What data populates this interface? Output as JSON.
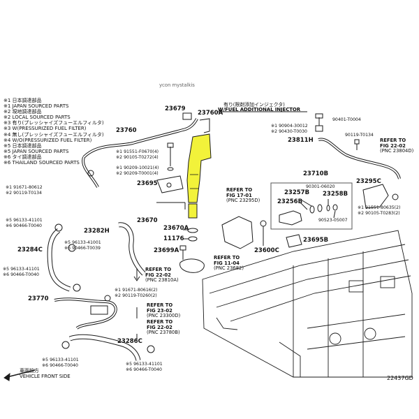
{
  "header": {
    "top_fragment": "ycon mystalkis",
    "injector_title_jp": "有り(限剤添加インジェクタ)",
    "injector_title_en": "W/FUEL ADDITIONAL INJECTOR"
  },
  "legend": [
    "※1 日本調達部品",
    "※1 JAPAN SOURCED PARTS",
    "※2 現地調達部品",
    "※2 LOCAL SOURCED PARTS",
    "※3 有り(プレッシャイズフューエルフィルタ)",
    "※3 W(PRESSURIZED FUEL FILTER)",
    "※4 無し(プレッシャイズフューエルフィルタ)",
    "※4 W/O(PRESSURIZED FUEL FILTER)",
    "※5 日本調達部品",
    "※5 JAPAN SOURCED PARTS",
    "※6 タイ調達部品",
    "※6 THAILAND SOURCED PARTS"
  ],
  "labels": {
    "p23679": "23679",
    "p23760a": "23760A",
    "p23760": "23760",
    "p23695": "23695",
    "p23670": "23670",
    "p23670a": "23670A",
    "p11176": "11176",
    "p23699a": "23699A",
    "p23282h": "23282H",
    "p23284c": "23284C",
    "p23770": "23770",
    "p23286c": "23286C",
    "p23811h": "23811H",
    "p23710b": "23710B",
    "p23257b": "23257B",
    "p23258b": "23258B",
    "p23256b": "23256B",
    "p23295c": "23295C",
    "p23600c": "23600C",
    "p23695b": "23695B",
    "fig_code": "22437GD"
  },
  "notes": {
    "n_91551_f0670": "※1 91551-F0670(4)",
    "n_90105_t0272": "※2 90105-T0272(4)",
    "n_90209_10021": "※1 90209-10021(4)",
    "n_90209_t0001": "※2 90209-T0001(4)",
    "n_91671_80612": "※1 91671-80612",
    "n_90119_t0134a": "※2 90119-T0134",
    "n_96133_41101a": "※5 96133-41101",
    "n_90466_t0040a": "※6 90466-T0040",
    "n_96133_41001": "※5 96133-41001",
    "n_90466_t0039": "※6 90466-T0039",
    "n_96133_41101b": "※5 96133-41101",
    "n_90466_t0040b": "※6 90466-T0040",
    "n_91671_80616": "※1 91671-80616(2)",
    "n_90119_t0260": "※2 90119-T0260(2)",
    "n_96133_41101c": "※5 96133-41101",
    "n_90466_t0040c": "※6 90466-T0040",
    "n_96133_41101d": "※5 96133-41101",
    "n_90466_t0040d": "※6 90466-T0040",
    "n_90904_30012": "※1 90904-30012",
    "n_90430_t0030": "※2 90430-T0030",
    "n_90401_t0004": "90401-T0004",
    "n_90119_t0134b": "90119-T0134",
    "n_90301_06020": "90301-06020",
    "n_90523_05007": "90523-05007",
    "n_91551_80635": "※1 91551-80635(2)",
    "n_90105_t0283": "※2 90105-T0283(2)"
  },
  "refs": {
    "r1": {
      "title": "REFER TO",
      "fig": "FIG 17-01",
      "pnc": "(PNC 23295D)"
    },
    "r2": {
      "title": "REFER TO",
      "fig": "FIG 11-04",
      "pnc": "(PNC 23682)"
    },
    "r3": {
      "title": "REFER TO",
      "fig": "FIG 22-02",
      "pnc": "(PNC 23810A)"
    },
    "r4": {
      "title": "REFER TO",
      "fig": "FIG 23-02",
      "pnc": "(PNC 23300D)"
    },
    "r5": {
      "title": "REFER TO",
      "fig": "FIG 22-02",
      "pnc": "(PNC 23780B)"
    },
    "r6": {
      "title": "REFER TO",
      "fig": "FIG 22-02",
      "pnc": "(PNC 23804D)"
    }
  },
  "footer": {
    "front_jp": "車両前方",
    "front_en": "VEHICLE FRONT SIDE"
  },
  "colors": {
    "highlight": "#f2f23a",
    "line": "#1a1a1a",
    "parts_box": "#555555"
  }
}
